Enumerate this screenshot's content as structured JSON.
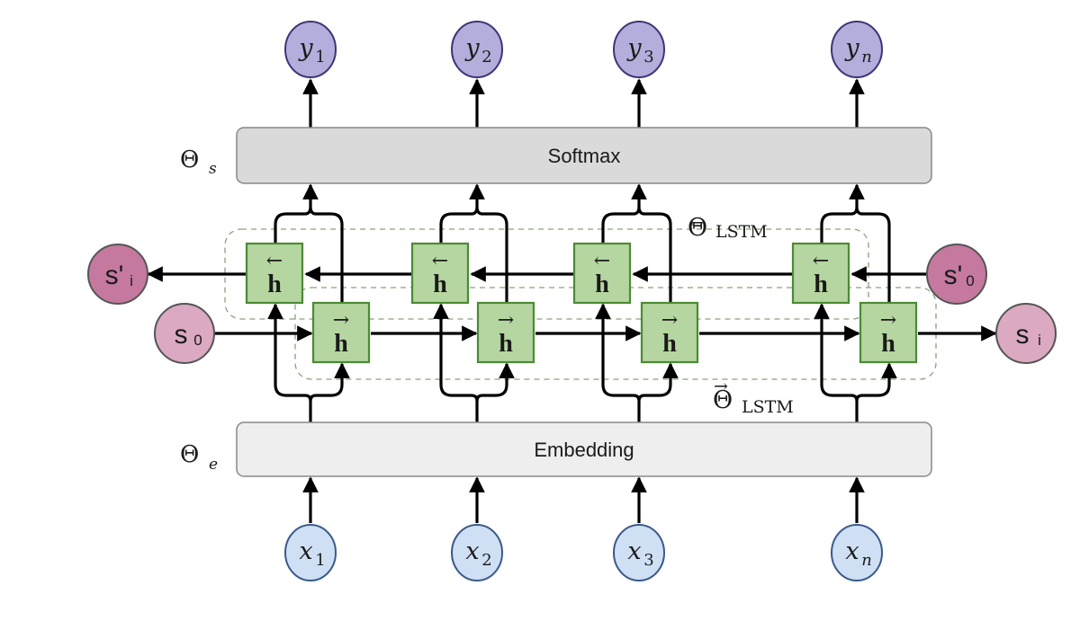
{
  "diagram": {
    "title": "Bidirectional LSTM sequence labeling architecture",
    "colors": {
      "output_node_fill": "#b3aedb",
      "output_node_stroke": "#3d3577",
      "input_node_fill": "#cfe0f5",
      "input_node_stroke": "#3a5a8a",
      "state_dark_fill": "#c5799f",
      "state_light_fill": "#dba9c2",
      "state_stroke": "#555555",
      "lstm_cell_fill": "#b5d6a0",
      "lstm_cell_stroke": "#4b8a34",
      "layer_box_fill_softmax": "#dadada",
      "layer_box_fill_embedding": "#eeeeee",
      "layer_box_stroke": "#888888",
      "dashed_group_stroke": "#8aa07a",
      "wire": "#000000"
    },
    "layers": {
      "softmax": {
        "label": "Softmax",
        "param_symbol": "Θ",
        "param_subscript": "s"
      },
      "embedding": {
        "label": "Embedding",
        "param_symbol": "Θ",
        "param_subscript": "e"
      }
    },
    "lstm_groups": {
      "backward": {
        "symbol": "Θ",
        "arrow": "←",
        "subscript": "LSTM"
      },
      "forward": {
        "symbol": "Θ",
        "arrow": "→",
        "subscript": "LSTM"
      }
    },
    "outputs": [
      {
        "base": "y",
        "sub": "1"
      },
      {
        "base": "y",
        "sub": "2"
      },
      {
        "base": "y",
        "sub": "3"
      },
      {
        "base": "y",
        "sub": "n"
      }
    ],
    "inputs": [
      {
        "base": "x",
        "sub": "1"
      },
      {
        "base": "x",
        "sub": "2"
      },
      {
        "base": "x",
        "sub": "3"
      },
      {
        "base": "x",
        "sub": "n"
      }
    ],
    "backward_cells": [
      {
        "arrow": "←",
        "label": "h"
      },
      {
        "arrow": "←",
        "label": "h"
      },
      {
        "arrow": "←",
        "label": "h"
      },
      {
        "arrow": "←",
        "label": "h"
      }
    ],
    "forward_cells": [
      {
        "arrow": "→",
        "label": "h"
      },
      {
        "arrow": "→",
        "label": "h"
      },
      {
        "arrow": "→",
        "label": "h"
      },
      {
        "arrow": "→",
        "label": "h"
      }
    ],
    "states": {
      "backward_final": {
        "base": "s'",
        "sub": "i"
      },
      "forward_initial": {
        "base": "s",
        "sub": "0"
      },
      "backward_initial": {
        "base": "s'",
        "sub": "0"
      },
      "forward_final": {
        "base": "s",
        "sub": "i"
      }
    }
  }
}
